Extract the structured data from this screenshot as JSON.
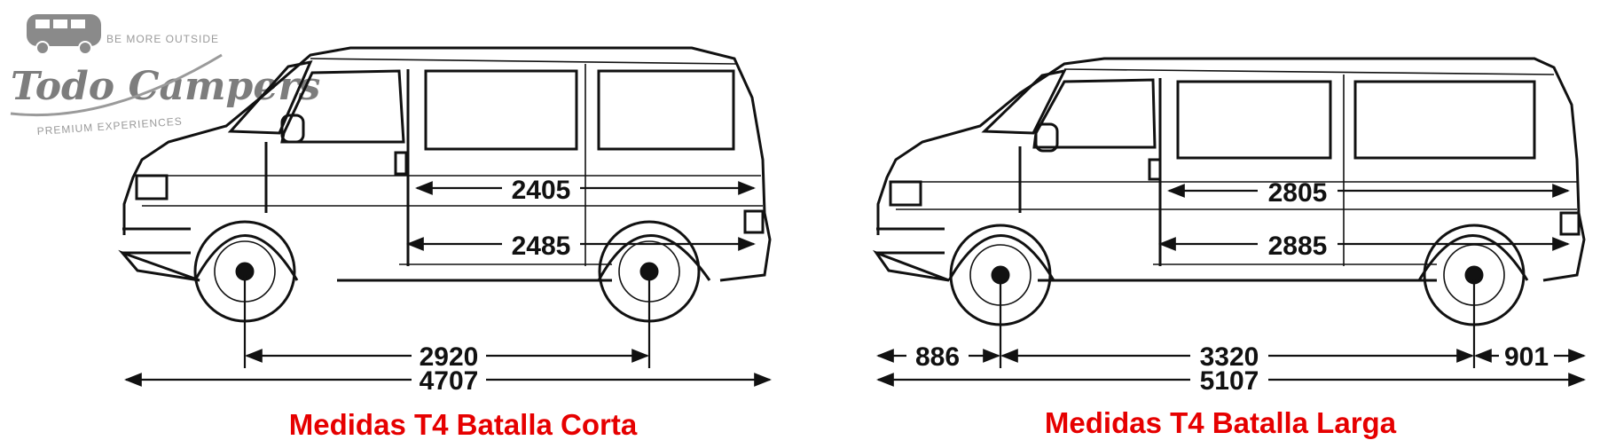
{
  "logo": {
    "top_text": "BE MORE OUTSIDE",
    "name": "Todo Campers",
    "bottom_text": "PREMIUM EXPERIENCES",
    "color": "#7d7d7d"
  },
  "short_wheelbase": {
    "caption": "Medidas T4 Batalla Corta",
    "cargo_top": "2405",
    "cargo_bottom": "2485",
    "wheelbase": "2920",
    "overall_length": "4707"
  },
  "long_wheelbase": {
    "caption": "Medidas T4 Batalla Larga",
    "cargo_top": "2805",
    "cargo_bottom": "2885",
    "front_overhang": "886",
    "wheelbase": "3320",
    "rear_overhang": "901",
    "overall_length": "5107"
  },
  "colors": {
    "caption": "#e60000",
    "lines": "#111111"
  }
}
